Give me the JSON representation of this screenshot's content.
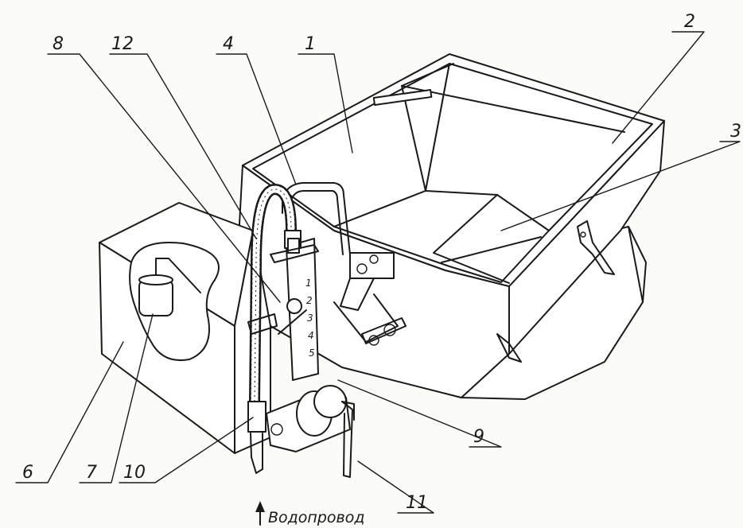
{
  "labels": {
    "l1": "1",
    "l2": "2",
    "l3": "3",
    "l4": "4",
    "l6": "6",
    "l7": "7",
    "l8": "8",
    "l9": "9",
    "l10": "10",
    "l11": "11",
    "l12": "12"
  },
  "caption": "Водопровод",
  "scale_marks": [
    "1",
    "2",
    "3",
    "4",
    "5"
  ]
}
